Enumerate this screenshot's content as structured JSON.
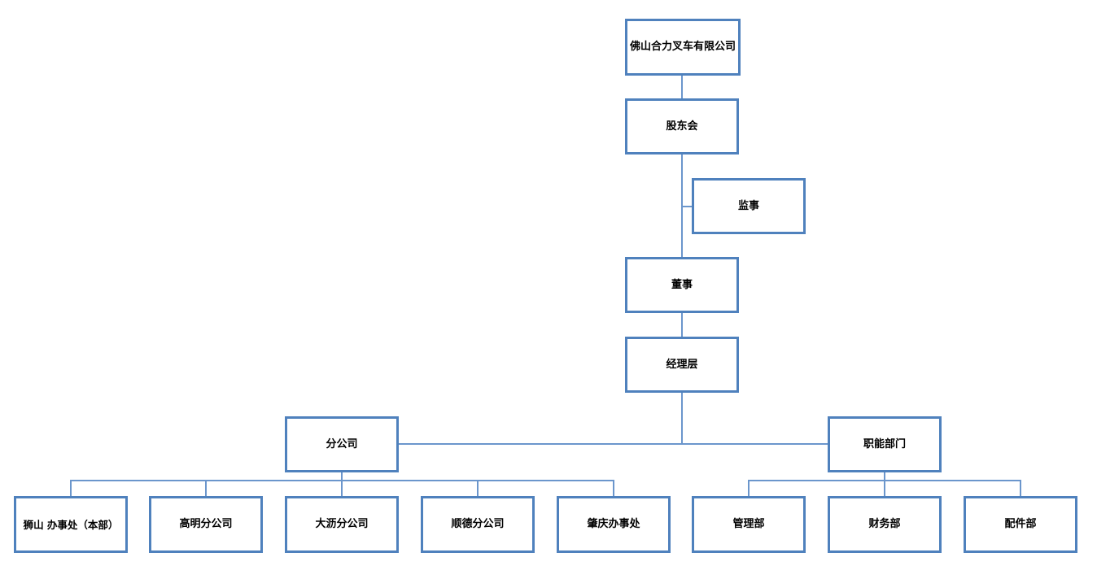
{
  "colors": {
    "box_border": "#4F81BD",
    "connector": "#6B96CC",
    "text": "#000000",
    "background": "#FFFFFF"
  },
  "nodes": {
    "company": {
      "label": "佛山合力叉车有限公司"
    },
    "shareholders": {
      "label": "股东会"
    },
    "supervisor": {
      "label": "监事"
    },
    "director": {
      "label": "董事"
    },
    "management": {
      "label": "经理层"
    },
    "branch_office": {
      "label": "分公司"
    },
    "functional_depts": {
      "label": "职能部门"
    },
    "shishan_office": {
      "label": "狮山 办事处（本部）"
    },
    "gaoming_branch": {
      "label": "高明分公司"
    },
    "dali_branch": {
      "label": "大沥分公司"
    },
    "shunde_branch": {
      "label": "顺德分公司"
    },
    "zhaoqing_office": {
      "label": "肇庆办事处"
    },
    "admin_dept": {
      "label": "管理部"
    },
    "finance_dept": {
      "label": "财务部"
    },
    "parts_dept": {
      "label": "配件部"
    }
  },
  "hierarchy": {
    "root": "佛山合力叉车有限公司",
    "chain": [
      "佛山合力叉车有限公司",
      "股东会",
      "董事",
      "经理层"
    ],
    "side_branch": {
      "parent": "股东会-董事连线",
      "node": "监事"
    },
    "groups": [
      {
        "parent": "分公司",
        "children": [
          "狮山 办事处（本部）",
          "高明分公司",
          "大沥分公司",
          "顺德分公司",
          "肇庆办事处"
        ]
      },
      {
        "parent": "职能部门",
        "children": [
          "管理部",
          "财务部",
          "配件部"
        ]
      }
    ]
  }
}
